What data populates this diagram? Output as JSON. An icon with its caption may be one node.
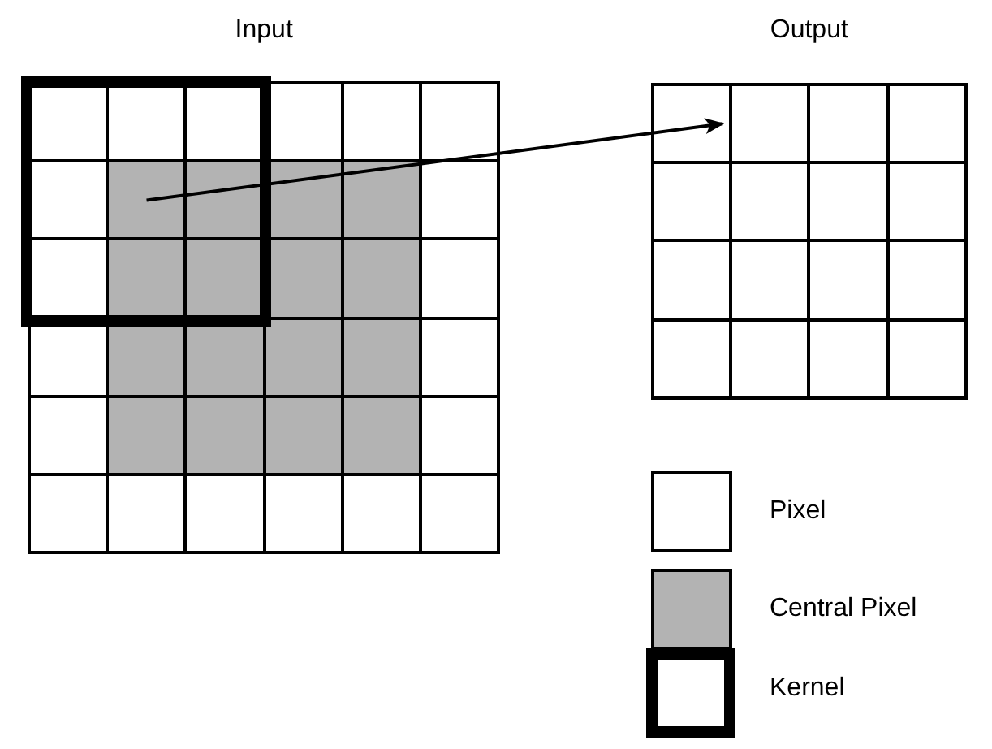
{
  "diagram": {
    "nodes": [
      {
        "text": [
          "Input"
        ]
      },
      {
        "text": [
          "Output"
        ]
      },
      {
        "text": [],
        "shape": "box",
        "in": 0
      },
      {
        "text": [],
        "shape": "box",
        "in": 1
      }
    ],
    "edges": [
      {
        "from": 2,
        "to": 3,
        "arrow": "to"
      }
    ],
    "legend": [
      {
        "text": "Pixel",
        "color": "#ffffff"
      },
      {
        "text": "Central Pixel",
        "color": "#b3b3b3"
      },
      {
        "text": "Kernel"
      }
    ]
  }
}
